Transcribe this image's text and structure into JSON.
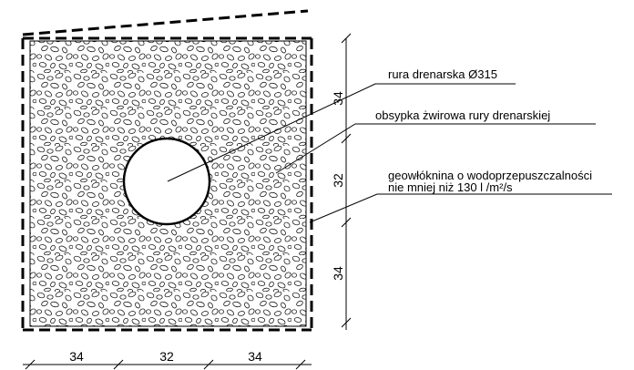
{
  "callouts": {
    "pipe": "rura drenarska Ø315",
    "gravel": "obsypka żwirowa rury drenarskiej",
    "geotextile_line1": "geowłóknina o wodoprzepuszczalności",
    "geotextile_line2": "nie mniej niż 130 l /m²/s"
  },
  "dimensions": {
    "horizontal": [
      "34",
      "32",
      "34"
    ],
    "vertical": [
      "34",
      "32",
      "34"
    ]
  },
  "colors": {
    "line": "#000000",
    "background": "#ffffff"
  }
}
